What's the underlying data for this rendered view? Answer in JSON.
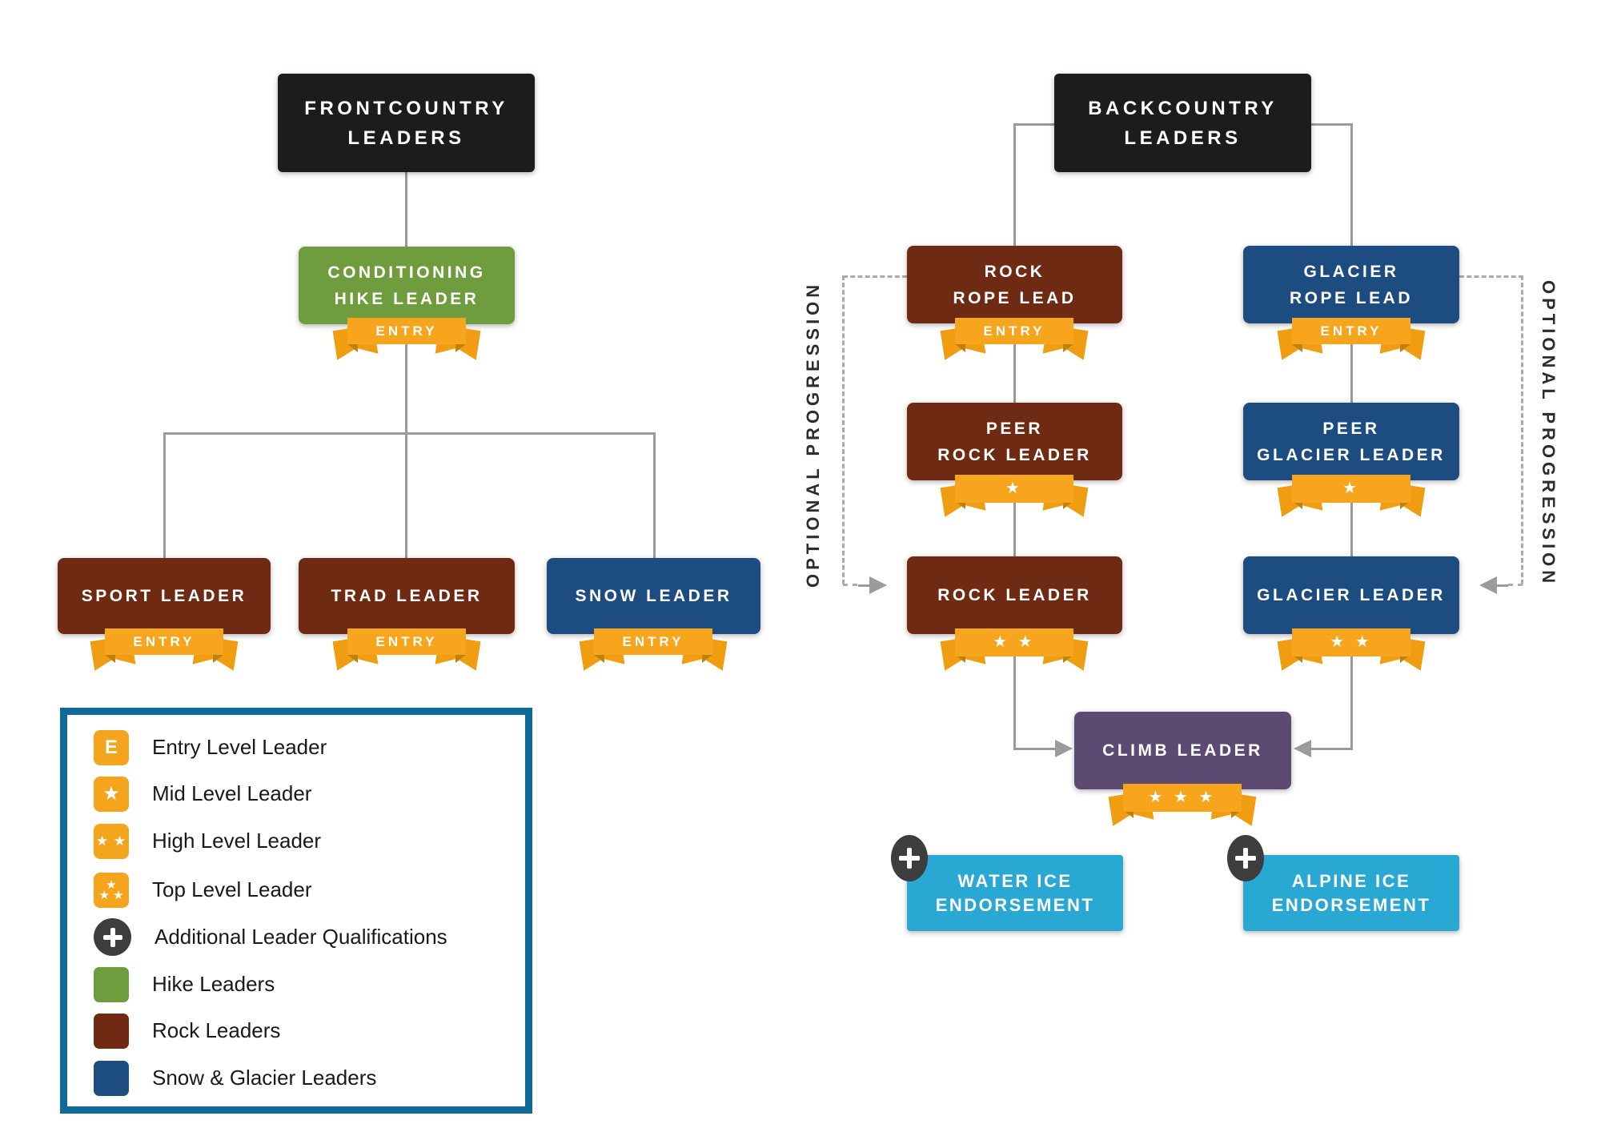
{
  "colors": {
    "black_box": "#1d1b1b",
    "hike_green": "#6f9d3e",
    "rock_maroon": "#6e2a13",
    "snow_blue": "#1d4d80",
    "climb_purple": "#5d4a73",
    "endorsement_cyan": "#29a8d3",
    "ribbon_orange": "#f7a51d",
    "ribbon_wing_orange": "#f09d12",
    "legend_border_blue": "#0e6a96",
    "connector_gray": "#9b9b9b",
    "badge_dark_gray": "#3d3d3d"
  },
  "front": {
    "root": {
      "line1": "FRONTCOUNTRY",
      "line2": "LEADERS"
    },
    "hike": {
      "line1": "CONDITIONING",
      "line2": "HIKE LEADER",
      "ribbon": "ENTRY"
    },
    "sport": {
      "line1": "SPORT LEADER",
      "ribbon": "ENTRY"
    },
    "trad": {
      "line1": "TRAD LEADER",
      "ribbon": "ENTRY"
    },
    "snow": {
      "line1": "SNOW LEADER",
      "ribbon": "ENTRY"
    }
  },
  "back": {
    "root": {
      "line1": "BACKCOUNTRY",
      "line2": "LEADERS"
    },
    "rock_rope": {
      "line1": "ROCK",
      "line2": "ROPE LEAD",
      "ribbon": "ENTRY"
    },
    "glacier_rope": {
      "line1": "GLACIER",
      "line2": "ROPE LEAD",
      "ribbon": "ENTRY"
    },
    "peer_rock": {
      "line1": "PEER",
      "line2": "ROCK LEADER",
      "stars": "★"
    },
    "peer_glacier": {
      "line1": "PEER",
      "line2": "GLACIER LEADER",
      "stars": "★"
    },
    "rock_leader": {
      "line1": "ROCK LEADER",
      "stars": "★ ★"
    },
    "glacier_leader": {
      "line1": "GLACIER LEADER",
      "stars": "★ ★"
    },
    "climb": {
      "line1": "CLIMB LEADER",
      "stars": "★ ★ ★"
    },
    "water_ice": {
      "line1": "WATER ICE",
      "line2": "ENDORSEMENT"
    },
    "alpine_ice": {
      "line1": "ALPINE ICE",
      "line2": "ENDORSEMENT"
    },
    "optional_left": "OPTIONAL PROGRESSION",
    "optional_right": "OPTIONAL PROGRESSION"
  },
  "legend": {
    "entry_icon": "E",
    "star": "★",
    "two_stars": "★ ★",
    "items": [
      {
        "label": "Entry Level Leader"
      },
      {
        "label": "Mid Level Leader"
      },
      {
        "label": "High Level Leader"
      },
      {
        "label": "Top Level Leader"
      },
      {
        "label": "Additional Leader Qualifications"
      },
      {
        "label": "Hike Leaders"
      },
      {
        "label": "Rock Leaders"
      },
      {
        "label": "Snow & Glacier Leaders"
      }
    ]
  }
}
